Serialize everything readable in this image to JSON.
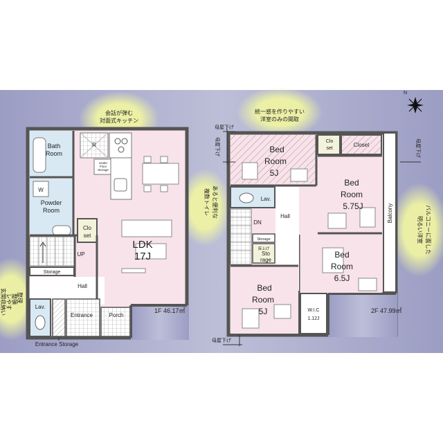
{
  "floor1": {
    "area": "1F 46.17㎡",
    "rooms": {
      "bath": [
        "Bath",
        "Room"
      ],
      "powder": [
        "Powder",
        "Room"
      ],
      "closet": [
        "Clo",
        "set"
      ],
      "ldk": [
        "LDK",
        "17J"
      ],
      "storage": "Storage",
      "up": "UP",
      "hall": "Hall",
      "lav": "Lav.",
      "entrance": "Entrance",
      "porch": "Porch",
      "entrance_storage": "Entrance Storage",
      "under_stairs": [
        "Under",
        "Floor",
        "Storage"
      ]
    },
    "marks": {
      "refrigerator": "R",
      "washer": "W"
    },
    "callouts": {
      "kitchen": [
        "会話が弾む",
        "対面式キッチン"
      ],
      "storage": [
        "整理",
        "整頓",
        "レやす",
        "玄関収納い"
      ]
    }
  },
  "floor2": {
    "area": "2F 47.99㎡",
    "rooms": {
      "bed1": [
        "Bed",
        "Room",
        "5J"
      ],
      "bed2": [
        "Bed",
        "Room",
        "5.75J"
      ],
      "bed3": [
        "Bed",
        "Room",
        "6.5J"
      ],
      "bed4": [
        "Bed",
        "Room",
        "5J"
      ],
      "closet_small": [
        "Clo",
        "set"
      ],
      "closet": "Closet",
      "lav": "Lav.",
      "dn": "DN",
      "storage": "Storage",
      "attic_storage": [
        "床上げ",
        "Sto",
        "rage"
      ],
      "hall": "Hall",
      "wic": [
        "W.I.C",
        "1.12J"
      ],
      "balcony": "Balcony"
    },
    "labels": {
      "eaves": "母屋下げ"
    },
    "callouts": {
      "bed": [
        "統一感を作りやすい",
        "洋室のみの間取"
      ],
      "toilet": [
        "あると便利な",
        "複数トイレ"
      ],
      "balcony": [
        "バルコニーに面した",
        "明るい洋室"
      ]
    }
  },
  "colors": {
    "background": "#a4a5c7",
    "wall": "#555555",
    "pink_room": "#f7e3e9",
    "wet_room": "#d8e9f4",
    "callout_bubble": "#eef3a3",
    "closet": "#f3f3dc"
  },
  "compass": {
    "north": "N"
  }
}
